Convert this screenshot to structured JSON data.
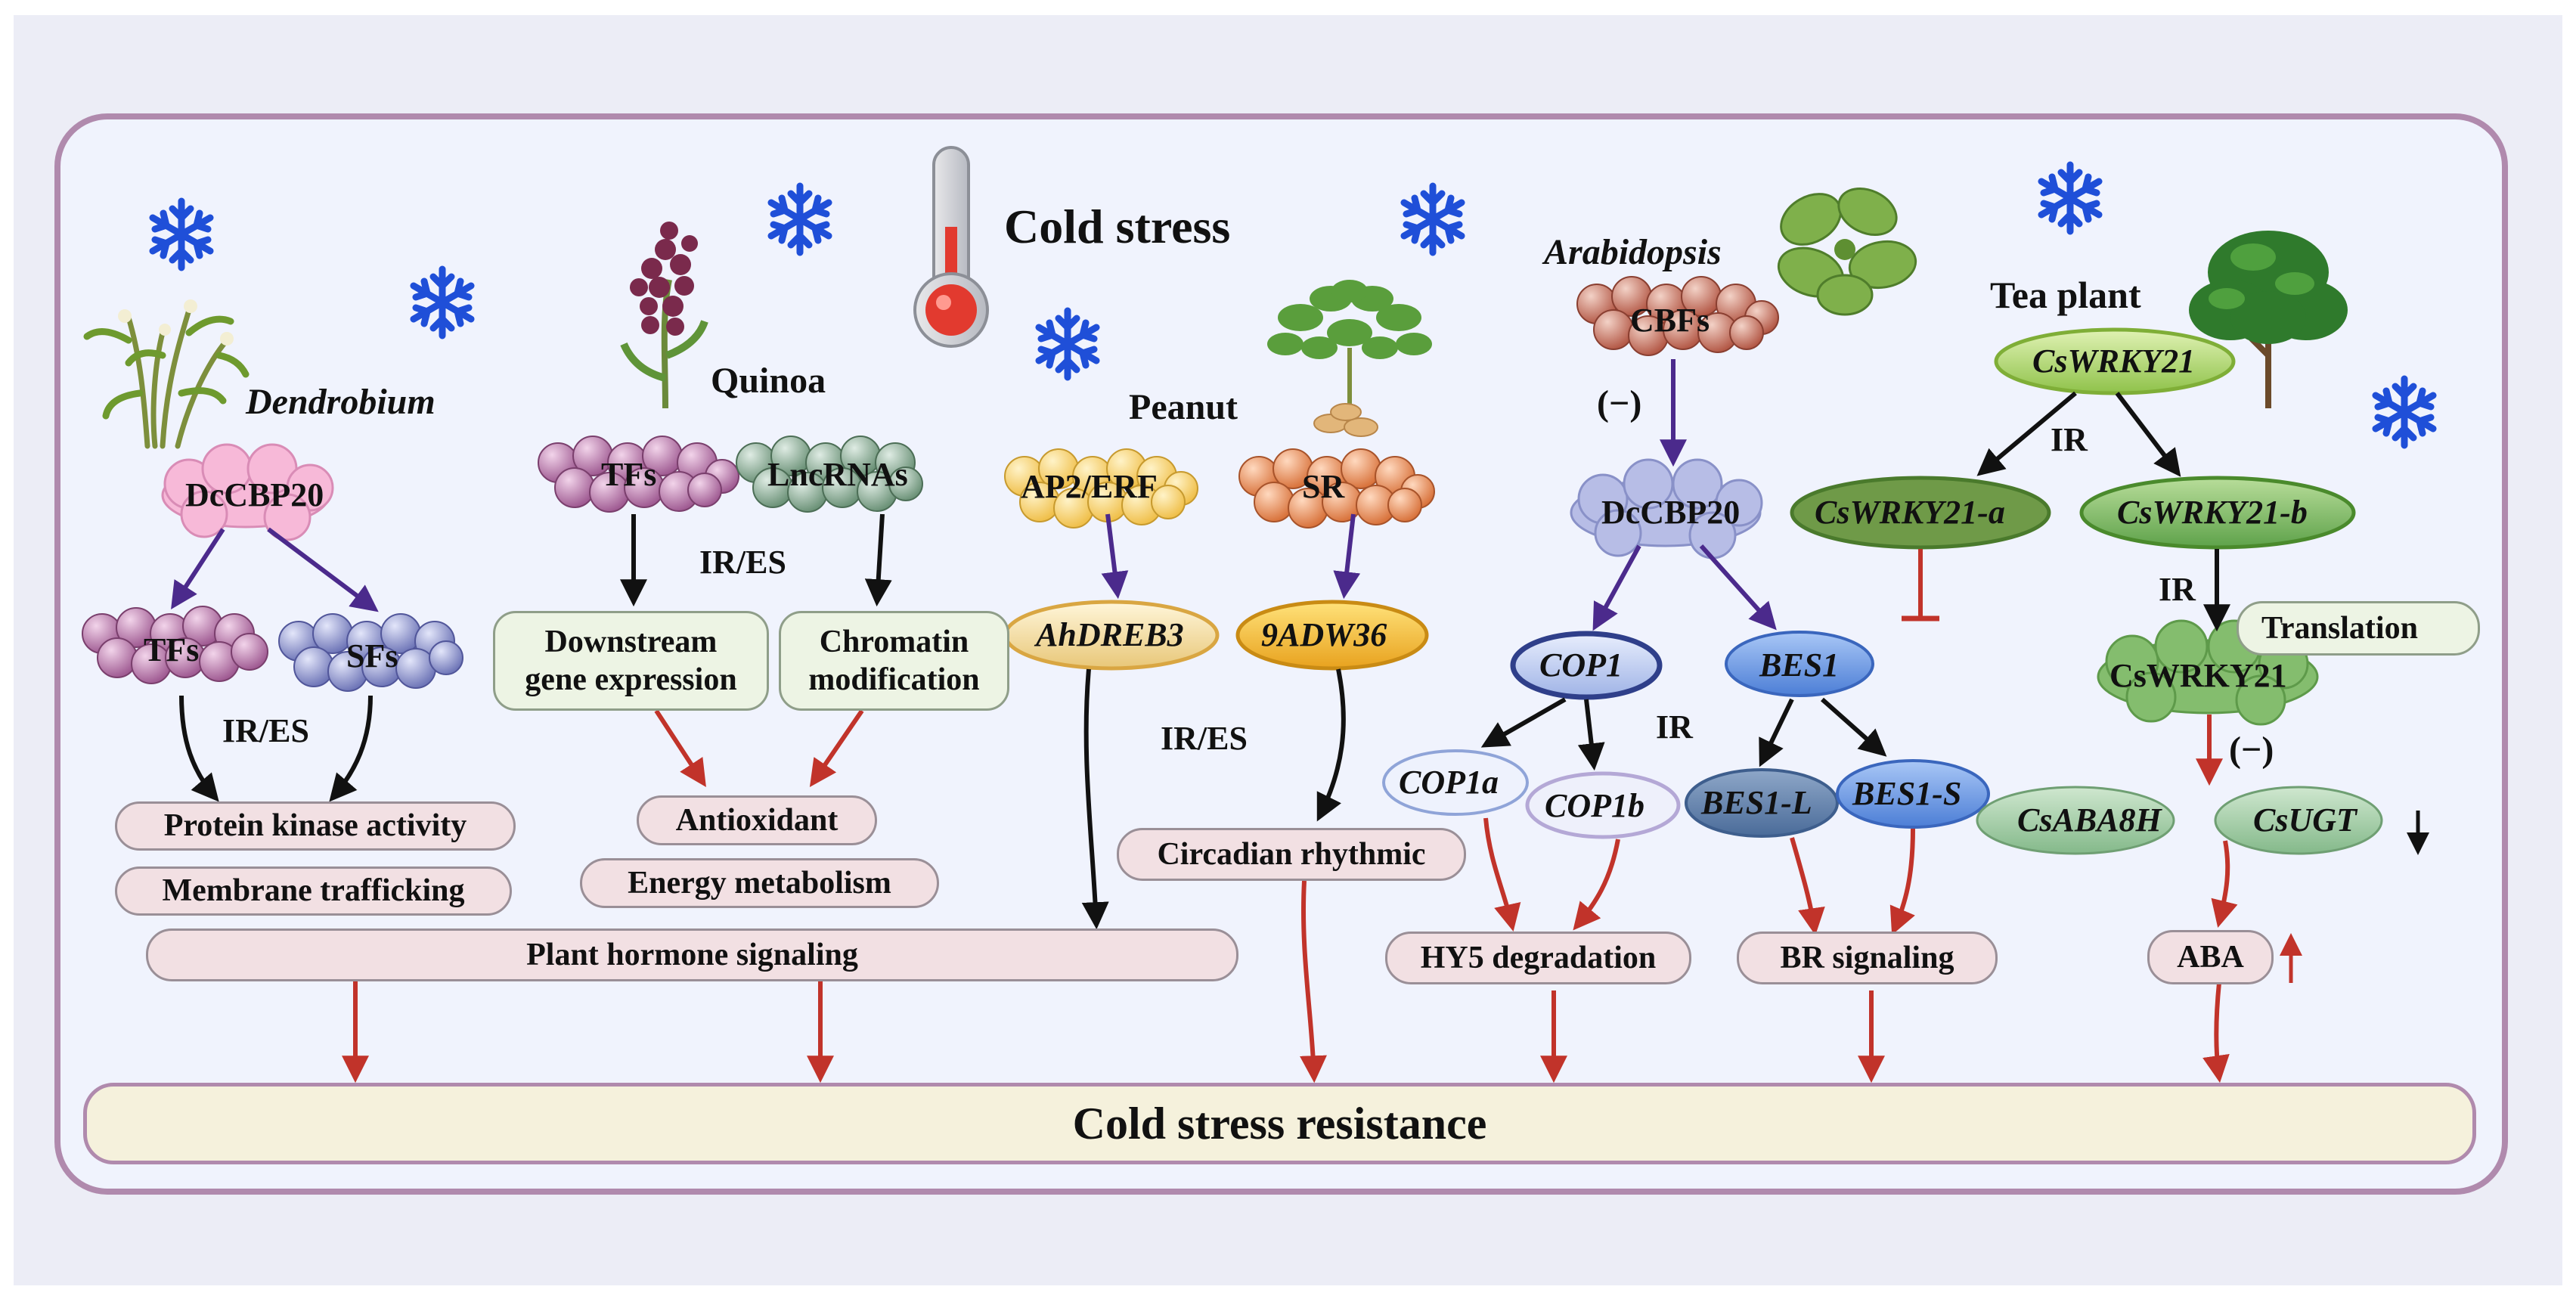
{
  "title": "Cold stress",
  "outcome": "Cold stress resistance",
  "dendrobium": {
    "name": "Dendrobium",
    "protein": "DcCBP20",
    "factors": [
      "TFs",
      "SFs"
    ],
    "mode": "IR/ES",
    "effects": [
      "Protein kinase activity",
      "Membrane trafficking"
    ]
  },
  "quinoa": {
    "name": "Quinoa",
    "factors": [
      "TFs",
      "LncRNAs"
    ],
    "mode": "IR/ES",
    "processes": [
      "Downstream\ngene expression",
      "Chromatin\nmodification"
    ],
    "effects": [
      "Antioxidant",
      "Energy metabolism"
    ]
  },
  "peanut": {
    "name": "Peanut",
    "factors": [
      "AP2/ERF",
      "SR"
    ],
    "genes": [
      "AhDREB3",
      "9ADW36"
    ],
    "mode": "IR/ES",
    "effect": "Circadian rhythmic"
  },
  "shared_effect": "Plant hormone signaling",
  "arabidopsis": {
    "name": "Arabidopsis",
    "factor": "CBFs",
    "regulation": "(−)",
    "protein": "DcCBP20",
    "branches": [
      "COP1",
      "BES1"
    ],
    "cop1_isoforms": [
      "COP1a",
      "COP1b"
    ],
    "bes1_isoforms": [
      "BES1-L",
      "BES1-S"
    ],
    "mode": "IR",
    "effects": [
      "HY5 degradation",
      "BR signaling"
    ]
  },
  "tea": {
    "name": "Tea plant",
    "gene": "CsWRKY21",
    "mode": "IR",
    "isoforms": [
      "CsWRKY21-a",
      "CsWRKY21-b"
    ],
    "protein": "CsWRKY21",
    "translation": "Translation",
    "regulation": "(−)",
    "targets": [
      "CsABA8H",
      "CsUGT"
    ],
    "hormone": "ABA"
  },
  "colors": {
    "frame": "#b08aad",
    "snowflake": "#1f4fd8",
    "dark_arrow": "#111111",
    "purple_arrow": "#4b2a8c",
    "red_arrow": "#c1332a"
  }
}
